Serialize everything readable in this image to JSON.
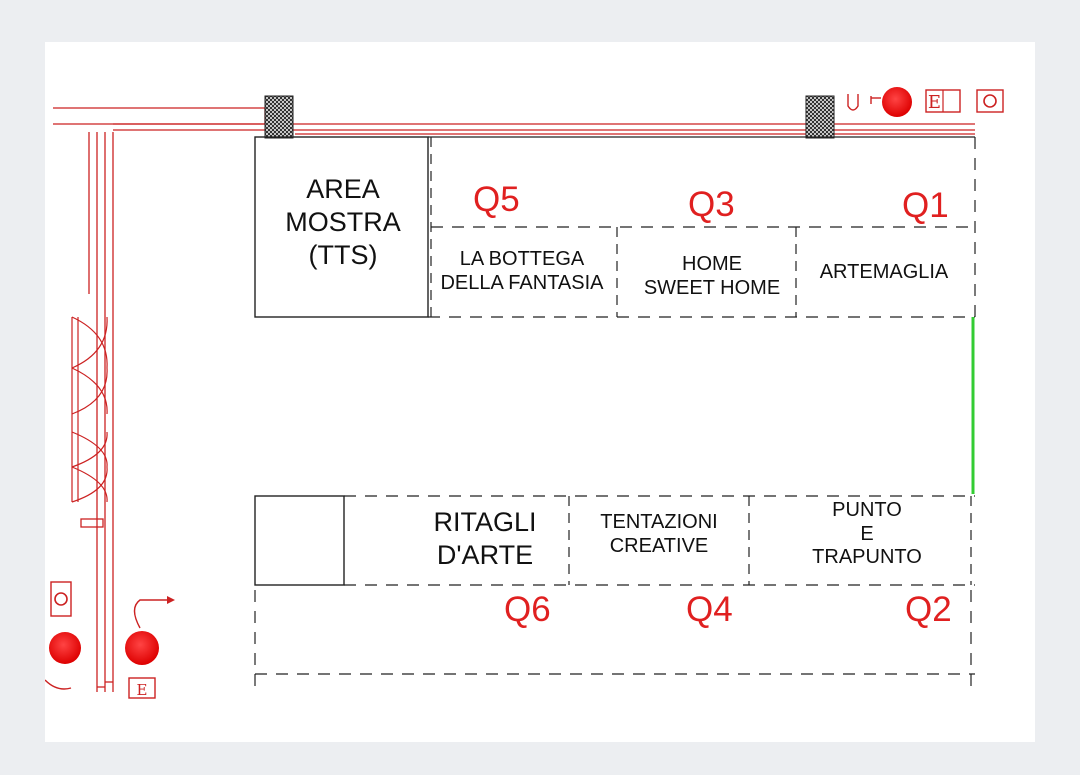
{
  "colors": {
    "wall": "#cc2222",
    "booth_line": "#222222",
    "zone_label": "#e02020",
    "highlight": "#33cc33"
  },
  "zones": {
    "q1": "Q1",
    "q2": "Q2",
    "q3": "Q3",
    "q4": "Q4",
    "q5": "Q5",
    "q6": "Q6"
  },
  "booths": {
    "area_mostra": [
      "AREA",
      "MOSTRA",
      "(TTS)"
    ],
    "la_bottega": [
      "LA BOTTEGA",
      "DELLA FANTASIA"
    ],
    "home_sweet_home": [
      "HOME",
      "SWEET HOME"
    ],
    "artemaglia": [
      "ARTEMAGLIA"
    ],
    "ritagli_darte": [
      "RITAGLI",
      "D'ARTE"
    ],
    "tentazioni_creative": [
      "TENTAZIONI",
      "CREATIVE"
    ],
    "punto_e_trapunto": [
      "PUNTO",
      "E",
      "TRAPUNTO"
    ]
  },
  "symbols": {
    "exit_sign_letter": "E"
  },
  "icons": [
    "fire-extinguisher-icon",
    "exit-sign-icon",
    "hatched-pillar-icon",
    "door-swing-icon"
  ]
}
